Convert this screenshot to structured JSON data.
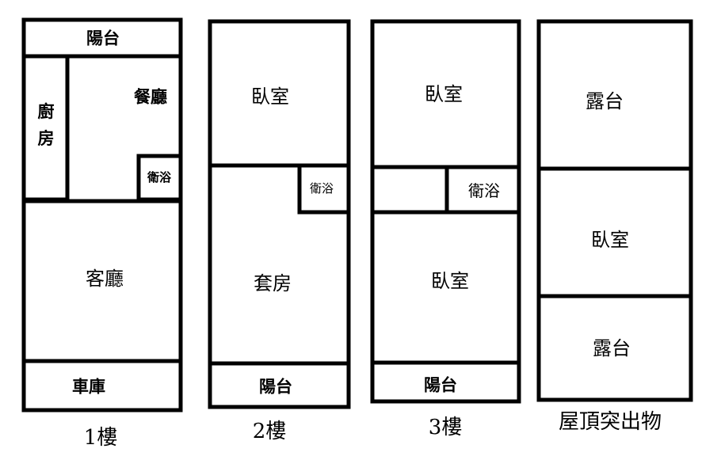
{
  "floors": {
    "f1": {
      "title": "1樓",
      "balcony": "陽台",
      "kitchen": "廚房",
      "dining": "餐廳",
      "bath": "衛浴",
      "living": "客廳",
      "garage": "車庫"
    },
    "f2": {
      "title": "2樓",
      "bedroom": "臥室",
      "bath": "衛浴",
      "suite": "套房",
      "balcony": "陽台"
    },
    "f3": {
      "title": "3樓",
      "bedroom_top": "臥室",
      "bath": "衛浴",
      "bedroom_bottom": "臥室",
      "balcony": "陽台"
    },
    "roof": {
      "title": "屋頂突出物",
      "terrace_top": "露台",
      "bedroom": "臥室",
      "terrace_bottom": "露台"
    }
  }
}
